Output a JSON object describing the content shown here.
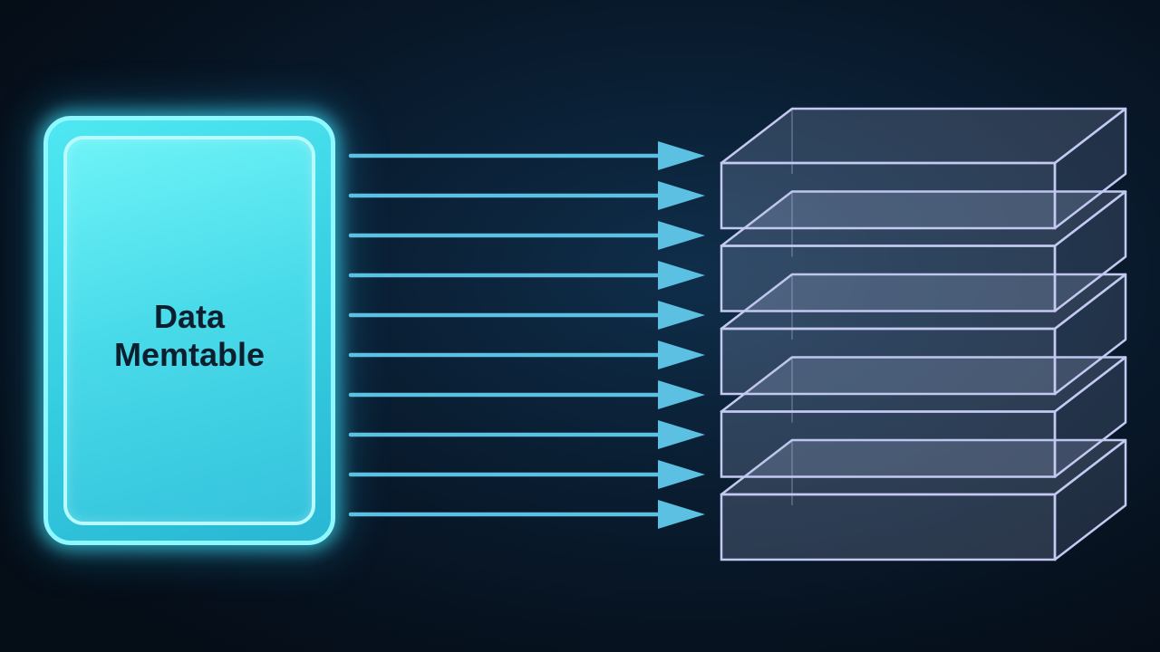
{
  "memtable": {
    "label_line1": "Data",
    "label_line2": "Memtable"
  },
  "arrows": {
    "count": 10
  },
  "stack": {
    "layers": 5
  },
  "colors": {
    "arrow": "#5cc0e2",
    "memtable_fill": "#4adbea",
    "memtable_border": "#8ff7ff",
    "layer_edge": "#c4c9f2"
  }
}
